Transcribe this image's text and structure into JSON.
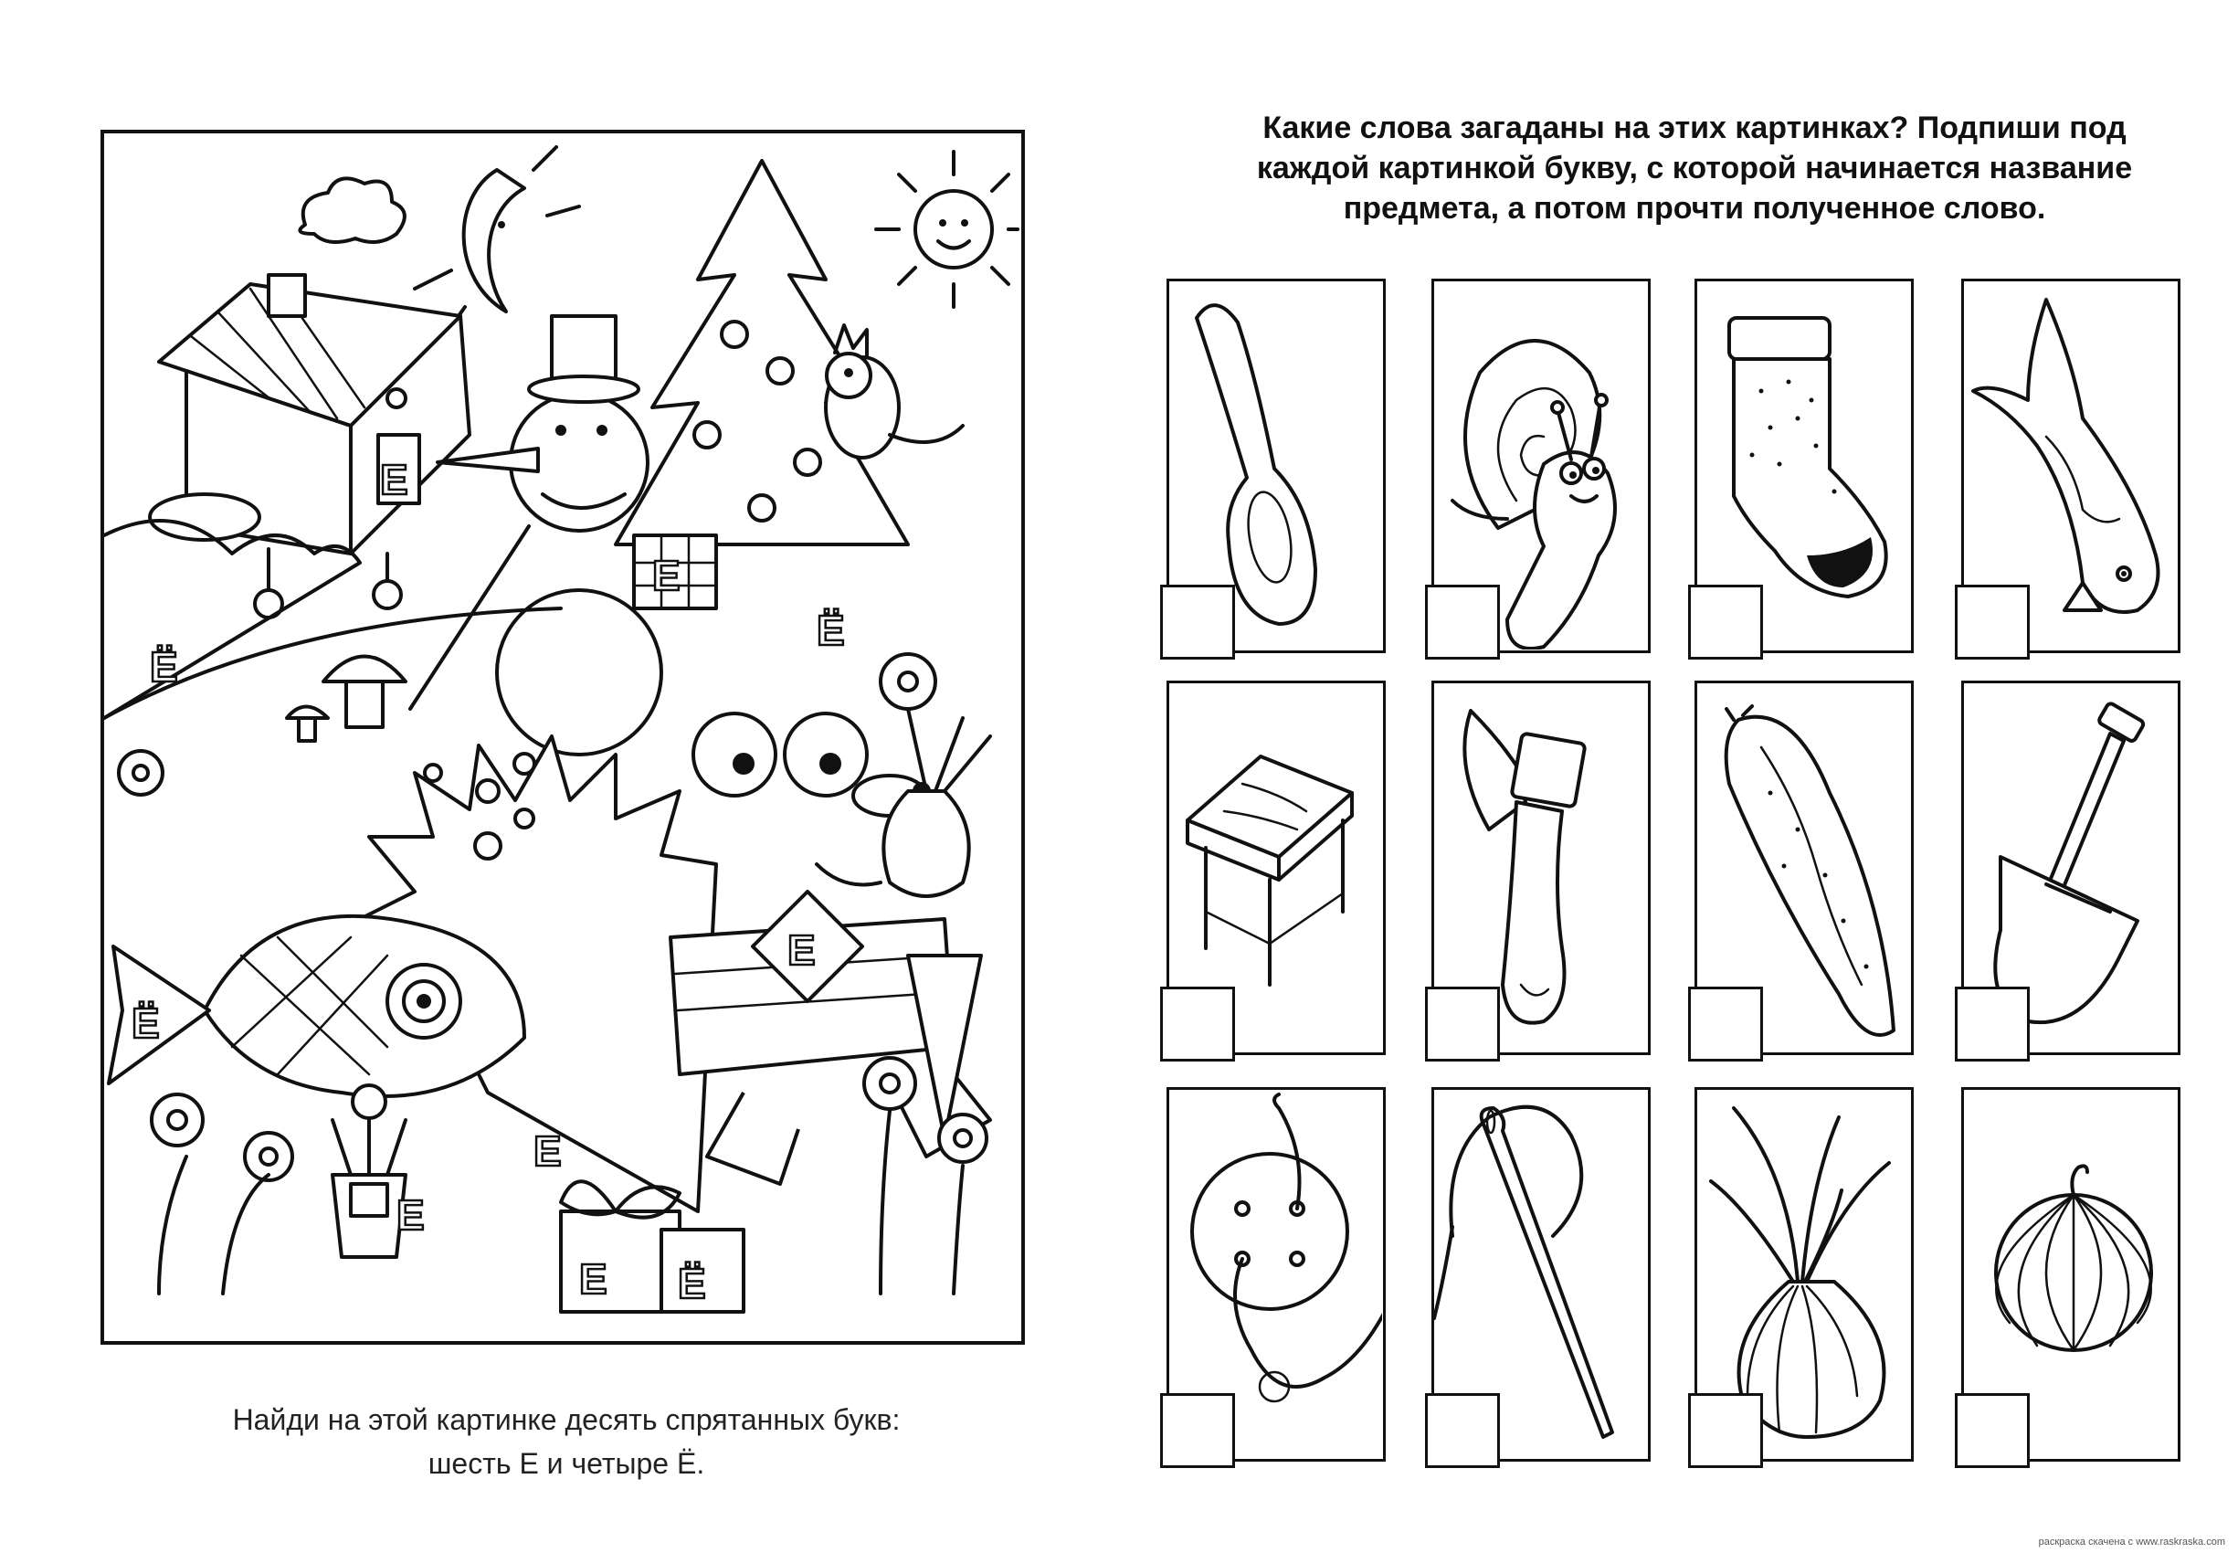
{
  "left_page": {
    "caption_line1": "Найди на этой картинке десять спрятанных букв:",
    "caption_line2": "шесть Е и четыре Ё.",
    "hidden_letters": [
      "Е",
      "Ё",
      "Е",
      "Ё",
      "Е",
      "Ё",
      "Е",
      "Ё",
      "Е",
      "Е"
    ]
  },
  "right_page": {
    "title_line1": "Какие слова загаданы на этих картинках? Подпиши под",
    "title_line2": "каждой картинкой букву, с которой начинается название",
    "title_line3": "предмета, а потом прочти полученное слово.",
    "rows": [
      [
        "spoon",
        "snail",
        "sock",
        "shark"
      ],
      [
        "table",
        "axe",
        "cucumber",
        "shovel"
      ],
      [
        "button",
        "needle",
        "onion",
        "watermelon"
      ]
    ]
  },
  "footer": "раскраска скачена с www.raskraska.com"
}
